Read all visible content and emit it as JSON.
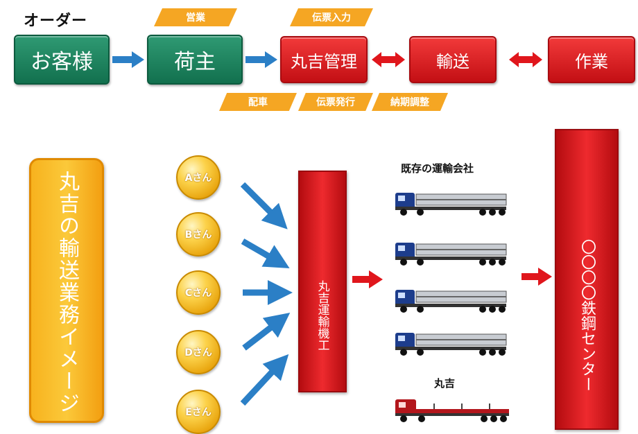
{
  "order_title": "オーダー",
  "flow": {
    "customer": "お客様",
    "shipper": "荷主",
    "marukichi_mgmt": "丸吉管理",
    "transport": "輸送",
    "work": "作業"
  },
  "tags": {
    "sales": "営業",
    "slip_input": "伝票入力",
    "dispatch": "配車",
    "slip_issue": "伝票発行",
    "deadline_adjust": "納期調整"
  },
  "image_panel": "丸吉の輸送業務イメージ",
  "clients": [
    "Aさん",
    "Bさん",
    "Cさん",
    "Dさん",
    "Eさん"
  ],
  "marukichi_unyu": "丸吉運輸機工",
  "existing_companies": "既存の運輸会社",
  "marukichi": "丸吉",
  "center": "〇〇〇〇鉄鋼センター",
  "colors": {
    "green": "#12704e",
    "red": "#d7161b",
    "orange": "#f5a623",
    "blue_arrow": "#2b7fc6",
    "red_arrow": "#e0161c"
  }
}
